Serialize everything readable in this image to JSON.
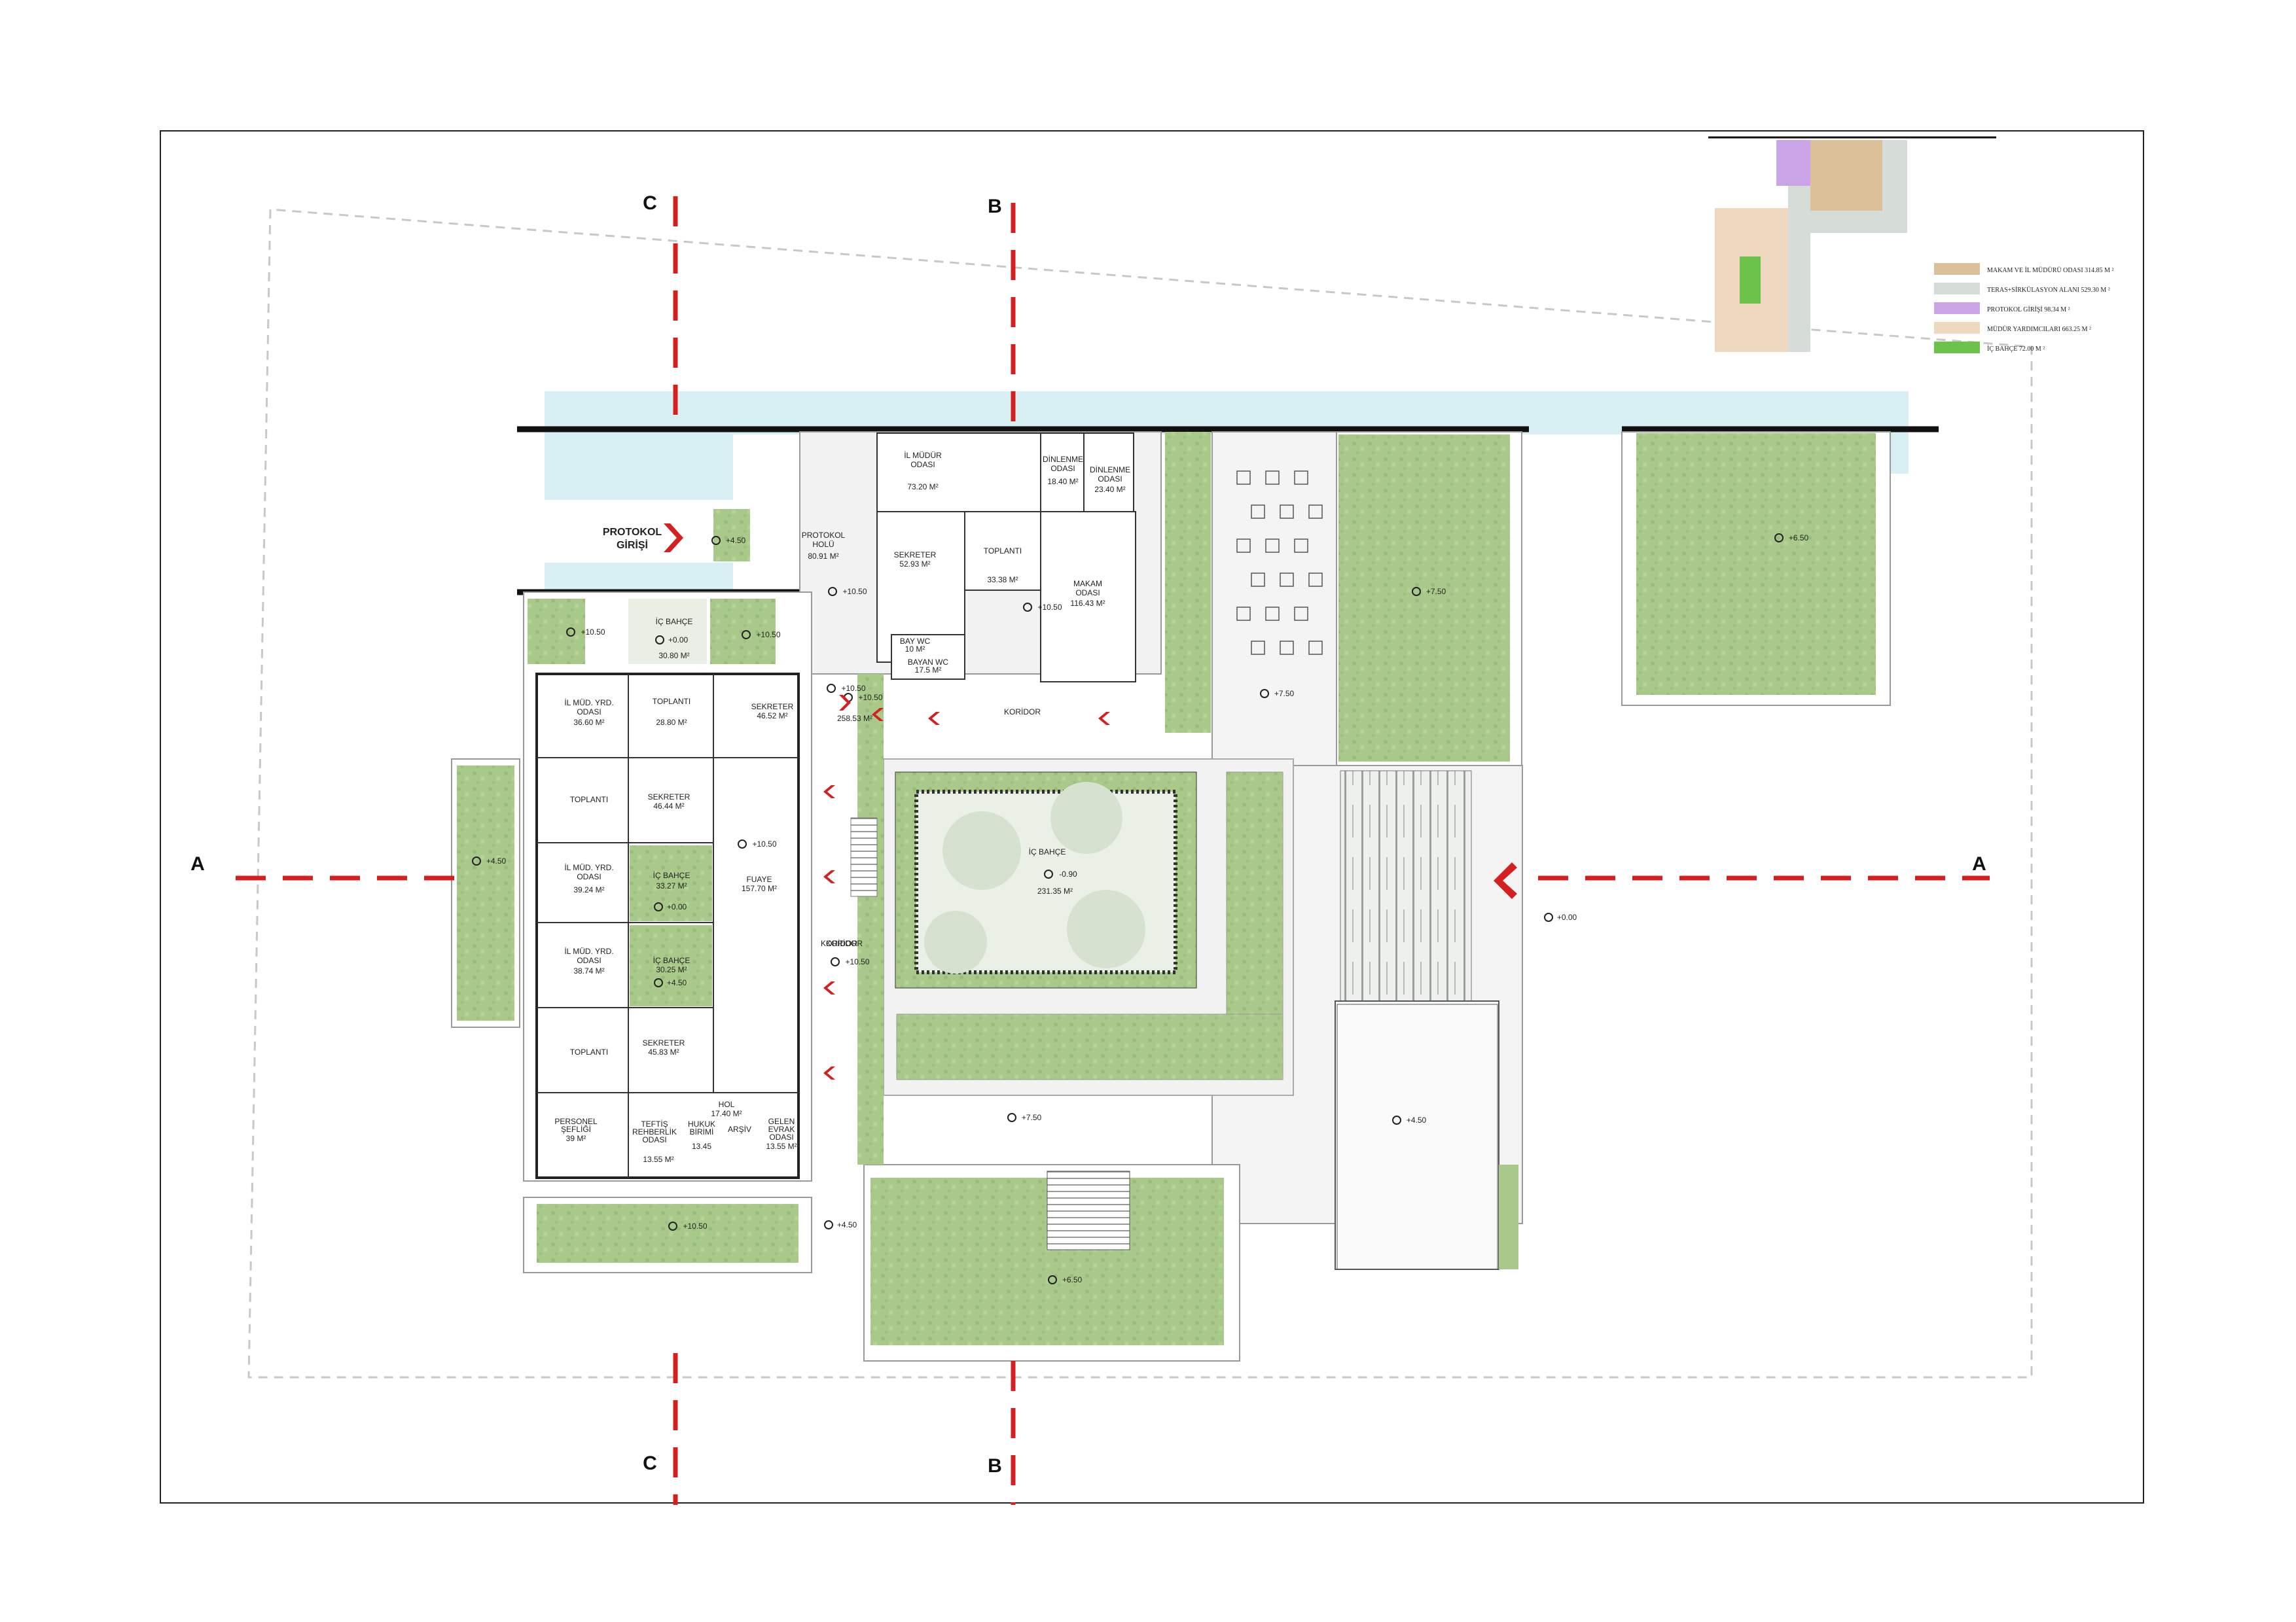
{
  "sections": {
    "a": "A",
    "b": "B",
    "c": "C"
  },
  "entrance": {
    "line1": "PROTOKOL",
    "line2": "GİRİŞİ"
  },
  "legend": [
    {
      "text": "MAKAM VE İL MÜDÜRÜ ODASI 314.85 M ²",
      "color": "#dcc09a"
    },
    {
      "text": "TERAS+SİRKÜLASYON ALANI 529.30 M ²",
      "color": "#d6ddd8"
    },
    {
      "text": "PROTOKOL GİRİŞİ 98.34 M ²",
      "color": "#c9a4e6"
    },
    {
      "text": "MÜDÜR YARDIMCILARI 663.25 M ²",
      "color": "#eed8c0"
    },
    {
      "text": "İÇ BAHÇE 72.00 M ²",
      "color": "#6cc24a"
    }
  ],
  "rooms": {
    "il_mudur_1": "İL MÜDÜR",
    "il_mudur_2": "ODASI",
    "il_mudur_area": "73.20 M²",
    "dinlenme1_1": "DİNLENME",
    "dinlenme1_2": "ODASI",
    "dinlenme1_area": "18.40 M²",
    "dinlenme2_1": "DİNLENME",
    "dinlenme2_2": "ODASI",
    "dinlenme2_area": "23.40 M²",
    "protokol_1": "PROTOKOL",
    "protokol_2": "HOLÜ",
    "protokol_area": "80.91 M²",
    "sekreter_top": "SEKRETER",
    "sekreter_top_area": "52.93 M²",
    "toplanti": "TOPLANTI",
    "toplanti_area": "33.38 M²",
    "makam_1": "MAKAM",
    "makam_2": "ODASI",
    "makam_area": "116.43 M²",
    "bay_wc": "BAY WC",
    "bay_wc_area": "10 M²",
    "bayan_wc": "BAYAN WC",
    "bayan_wc_area": "17.5 M²",
    "koridor_top": "KORİDOR",
    "ic_bahce_top": "İÇ BAHÇE",
    "ic_bahce_top_area": "30.80 M²",
    "ic_bahce_main": "İÇ BAHÇE",
    "ic_bahce_main_area": "231.35 M²",
    "mudyrd1_1": "İL MÜD. YRD.",
    "mudyrd1_2": "ODASI",
    "mudyrd1_area": "36.60 M²",
    "toplanti2": "TOPLANTI",
    "toplanti2_area": "28.80 M²",
    "sekreter_r": "SEKRETER",
    "sekreter_r_area": "46.52 M²",
    "toplanti3": "TOPLANTI",
    "sekreter_2": "SEKRETER",
    "sekreter_2_area": "46.44 M²",
    "fuaye": "FUAYE",
    "fuaye_area": "157.70 M²",
    "mudyrd2_1": "İL MÜD. YRD.",
    "mudyrd2_2": "ODASI",
    "mudyrd2_area": "39.24 M²",
    "ic_bahce_2": "İÇ BAHÇE",
    "ic_bahce_2_area": "33.27 M²",
    "mudyrd3_1": "İL MÜD. YRD.",
    "mudyrd3_2": "ODASI",
    "mudyrd3_area": "38.74 M²",
    "ic_bahce_3": "İÇ BAHÇE",
    "ic_bahce_3_area": "30.25 M²",
    "koridor_left": "KORİDOR",
    "toplanti4": "TOPLANTI",
    "sekreter_3": "SEKRETER",
    "sekreter_3_area": "45.83 M²",
    "hol": "HOL",
    "hol_area": "17.40 M²",
    "personel_1": "PERSONEL",
    "personel_2": "ŞEFLİĞİ",
    "personel_area": "39 M²",
    "teftis_1": "TEFTİŞ",
    "teftis_2": "REHBERLİK",
    "teftis_3": "ODASI",
    "teftis_area": "13.55 M²",
    "hukuk_1": "HUKUK",
    "hukuk_2": "BİRİMİ",
    "hukuk_area": "13.45",
    "arsiv": "ARŞİV",
    "gelen_1": "GELEN",
    "gelen_2": "EVRAK",
    "gelen_3": "ODASI",
    "gelen_area": "13.55 M²",
    "lobby_area": "258.53 M²",
    "koridor_mid": "KORİDOR"
  },
  "levels": {
    "l1": "+4.50",
    "l2": "+10.50",
    "l3": "+10.50",
    "l4": "+10.50",
    "l5": "+0.00",
    "l6": "+10.50",
    "l7": "+10.50",
    "l8": "+10.50",
    "l9": "+10.50",
    "l10": "+4.50",
    "l11": "+0.00",
    "l12": "+4.50",
    "l13": "+10.50",
    "l14": "+10.50",
    "l15": "+4.50",
    "l16": "+7.50",
    "l17": "+7.50",
    "l18": "+6.50",
    "l19": "-0.90",
    "l20": "+0.00",
    "l21": "+7.50",
    "l22": "+4.50",
    "l23": "+6.50"
  }
}
